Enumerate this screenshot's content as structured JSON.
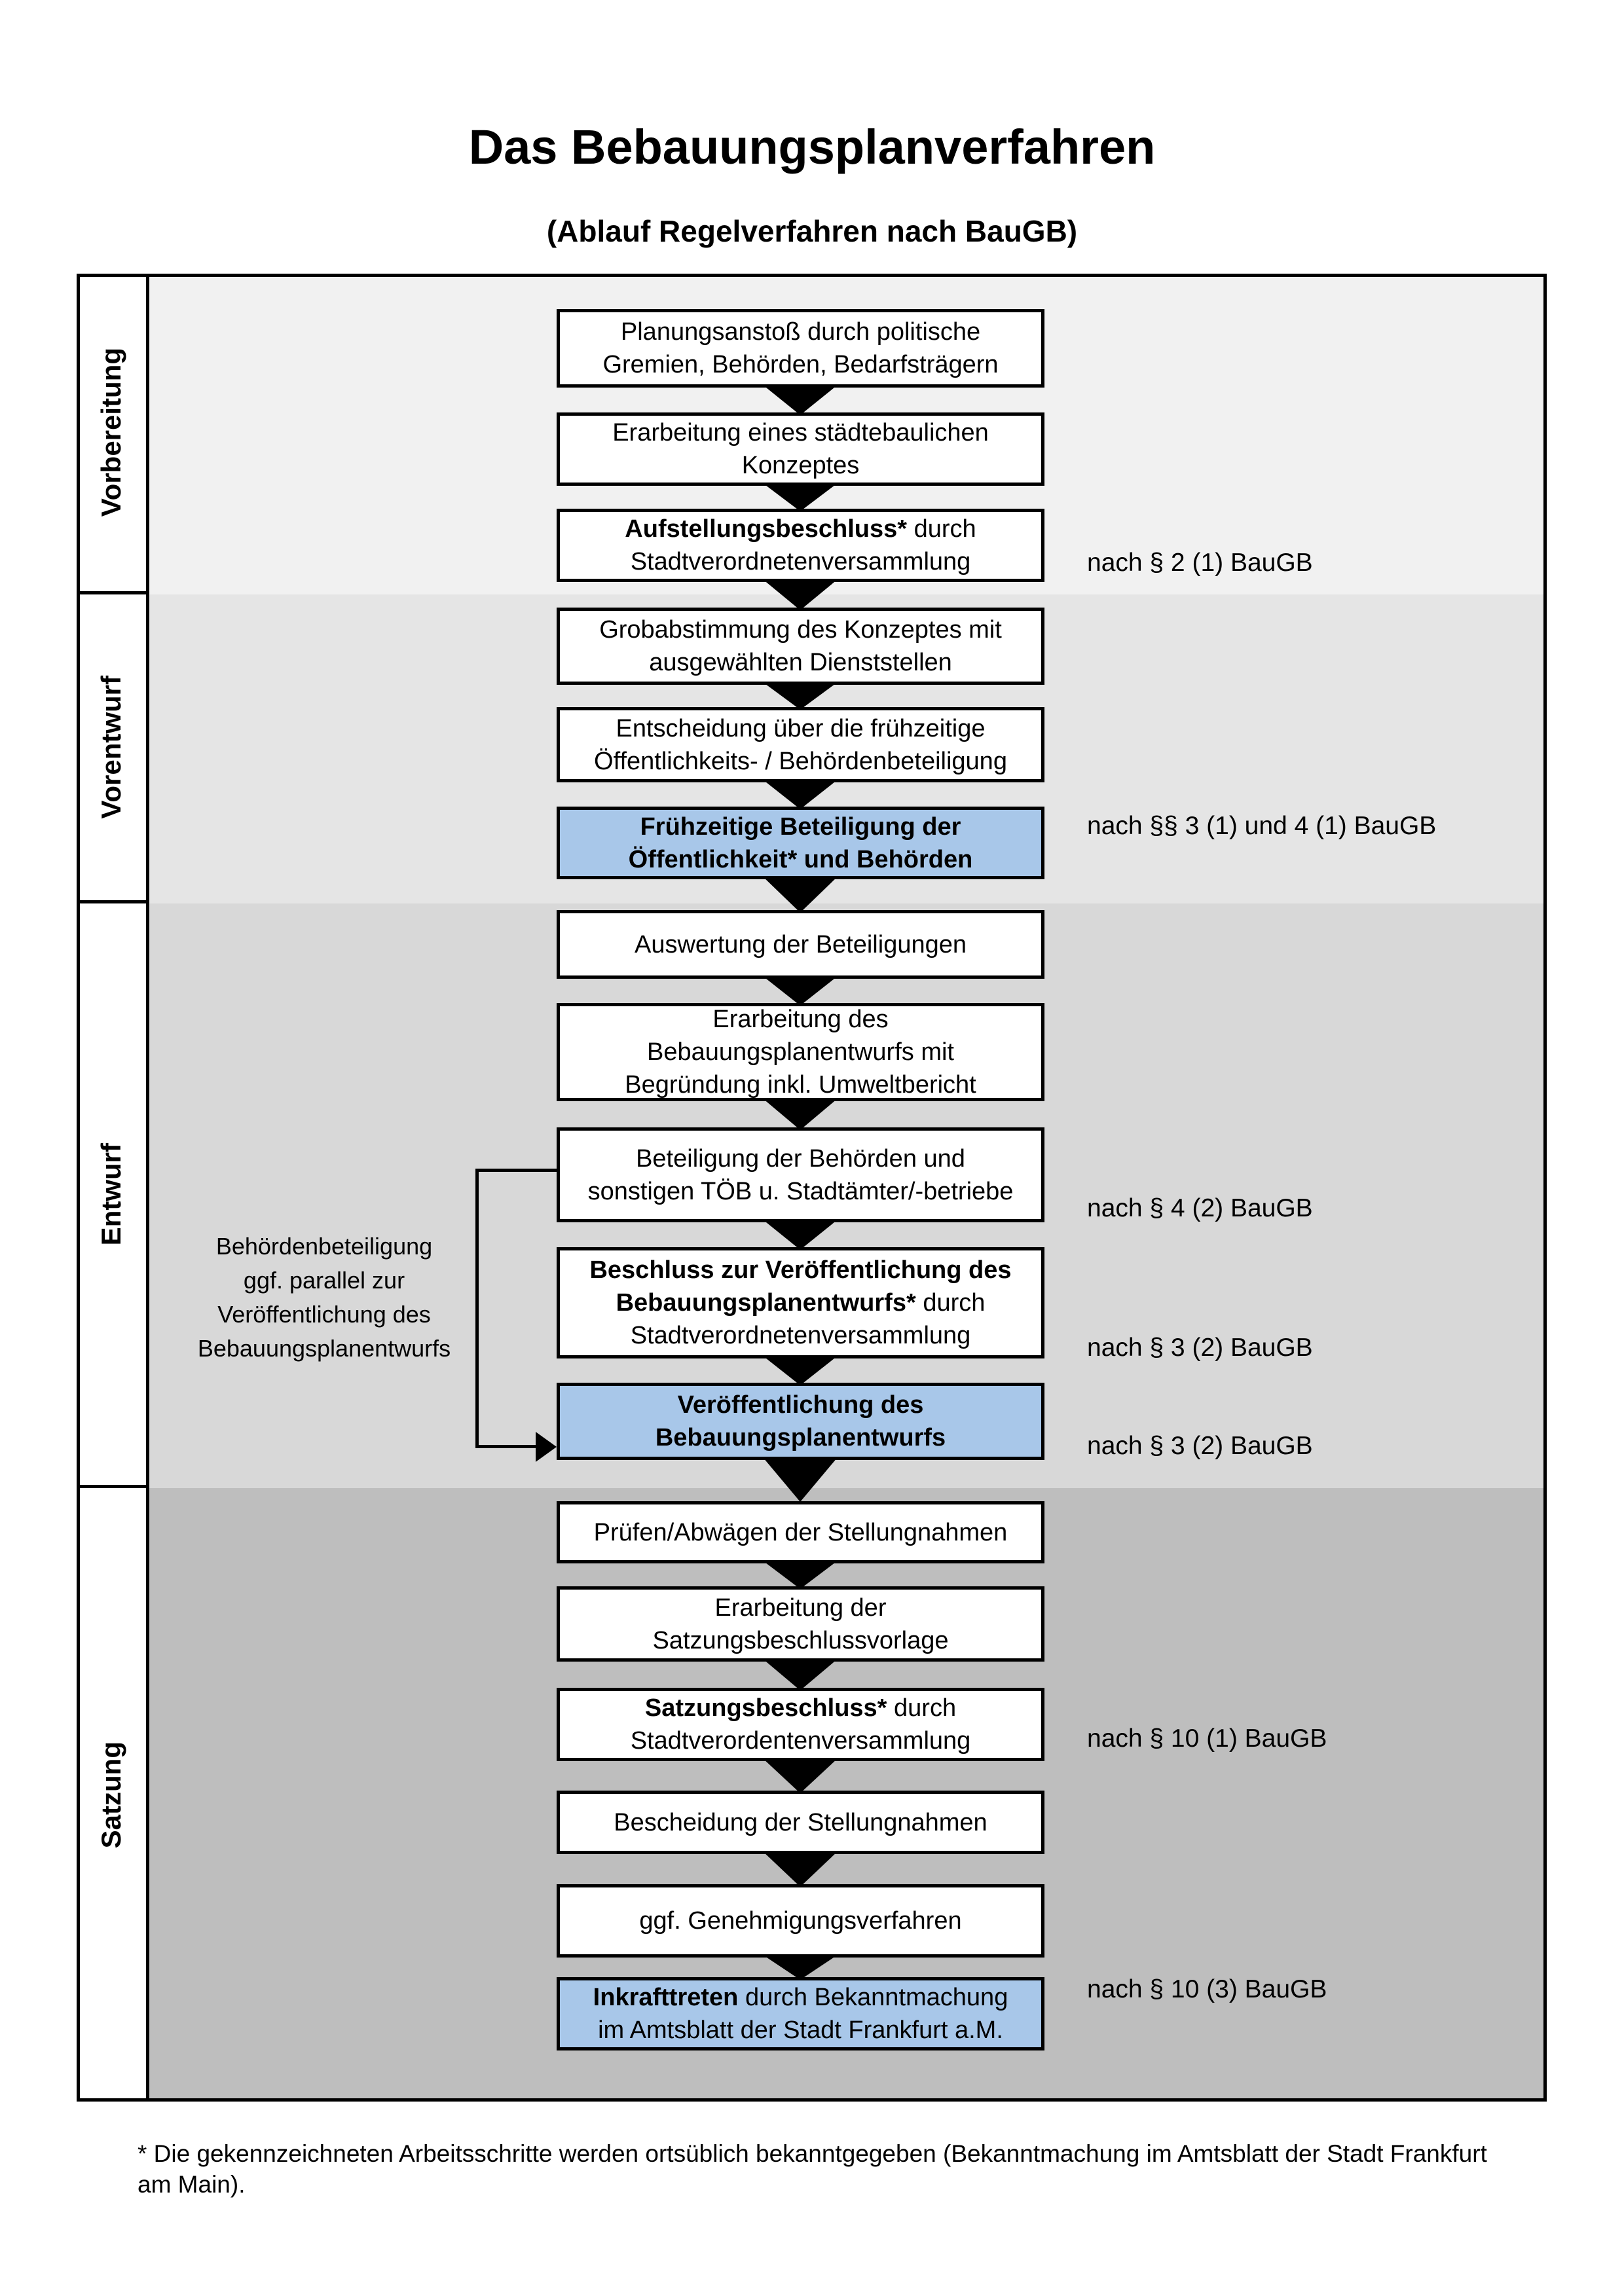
{
  "title": "Das Bebauungsplanverfahren",
  "subtitle": "(Ablauf Regelverfahren nach BauGB)",
  "phases": [
    {
      "label": "Vorbereitung"
    },
    {
      "label": "Vorentwurf"
    },
    {
      "label": "Entwurf"
    },
    {
      "label": "Satzung"
    }
  ],
  "boxes": [
    {
      "lines": [
        {
          "text": "Planungsanstoß durch politische"
        },
        {
          "text": "Gremien, Behörden, Bedarfsträgern"
        }
      ]
    },
    {
      "lines": [
        {
          "text": "Erarbeitung eines städtebaulichen"
        },
        {
          "text": "Konzeptes"
        }
      ]
    },
    {
      "lines": [
        {
          "bold": "Aufstellungsbeschluss*",
          "text": " durch"
        },
        {
          "text": "Stadtverordnetenversammlung"
        }
      ]
    },
    {
      "lines": [
        {
          "text": "Grobabstimmung des Konzeptes mit"
        },
        {
          "text": "ausgewählten Dienststellen"
        }
      ]
    },
    {
      "lines": [
        {
          "text": "Entscheidung über die frühzeitige"
        },
        {
          "text": "Öffentlichkeits- / Behördenbeteiligung"
        }
      ]
    },
    {
      "highlighted": true,
      "lines": [
        {
          "bold": "Frühzeitige Beteiligung der"
        },
        {
          "bold": "Öffentlichkeit* und Behörden"
        }
      ]
    },
    {
      "lines": [
        {
          "text": "Auswertung der Beteiligungen"
        }
      ]
    },
    {
      "lines": [
        {
          "text": "Erarbeitung des"
        },
        {
          "text": "Bebauungsplanentwurfs mit"
        },
        {
          "text": "Begründung inkl. Umweltbericht"
        }
      ]
    },
    {
      "lines": [
        {
          "text": "Beteiligung der Behörden und"
        },
        {
          "text": "sonstigen TÖB u. Stadtämter/-betriebe"
        }
      ]
    },
    {
      "lines": [
        {
          "bold": "Beschluss zur Veröffentlichung des"
        },
        {
          "bold": "Bebauungsplanentwurfs*",
          "text": " durch"
        },
        {
          "text": "Stadtverordnetenversammlung"
        }
      ]
    },
    {
      "highlighted": true,
      "lines": [
        {
          "bold": "Veröffentlichung des"
        },
        {
          "bold": "Bebauungsplanentwurfs"
        }
      ]
    },
    {
      "lines": [
        {
          "text": "Prüfen/Abwägen der Stellungnahmen"
        }
      ]
    },
    {
      "lines": [
        {
          "text": "Erarbeitung der"
        },
        {
          "text": "Satzungsbeschlussvorlage"
        }
      ]
    },
    {
      "lines": [
        {
          "bold": "Satzungsbeschluss*",
          "text": " durch"
        },
        {
          "text": "Stadtverordentenversammlung"
        }
      ]
    },
    {
      "lines": [
        {
          "text": "Bescheidung der Stellungnahmen"
        }
      ]
    },
    {
      "lines": [
        {
          "text": "ggf. Genehmigungsverfahren"
        }
      ]
    },
    {
      "highlighted": true,
      "lines": [
        {
          "bold": "Inkrafttreten",
          "text": " durch Bekanntmachung"
        },
        {
          "text": "im Amtsblatt der Stadt Frankfurt a.M."
        }
      ]
    }
  ],
  "references": [
    {
      "text": "nach § 2 (1) BauGB"
    },
    {
      "text": "nach §§ 3 (1) und 4 (1) BauGB"
    },
    {
      "text": "nach § 4 (2) BauGB"
    },
    {
      "text": "nach § 3 (2) BauGB"
    },
    {
      "text": "nach § 3 (2) BauGB"
    },
    {
      "text": "nach § 10 (1) BauGB"
    },
    {
      "text": "nach § 10 (3) BauGB"
    }
  ],
  "side_note": {
    "lines": [
      "Behördenbeteiligung",
      "ggf. parallel zur",
      "Veröffentlichung des",
      "Bebauungsplanentwurfs"
    ]
  },
  "footnote": "* Die gekennzeichneten Arbeitsschritte werden ortsüblich bekanntgegeben (Bekanntmachung im Amtsblatt  der Stadt Frankfurt am Main).",
  "colors": {
    "highlight_blue": "#a8c7e9",
    "phase_backgrounds": [
      "#f1f1f1",
      "#e5e5e5",
      "#d8d8d8",
      "#bebebe"
    ],
    "box_border": "#000000"
  }
}
